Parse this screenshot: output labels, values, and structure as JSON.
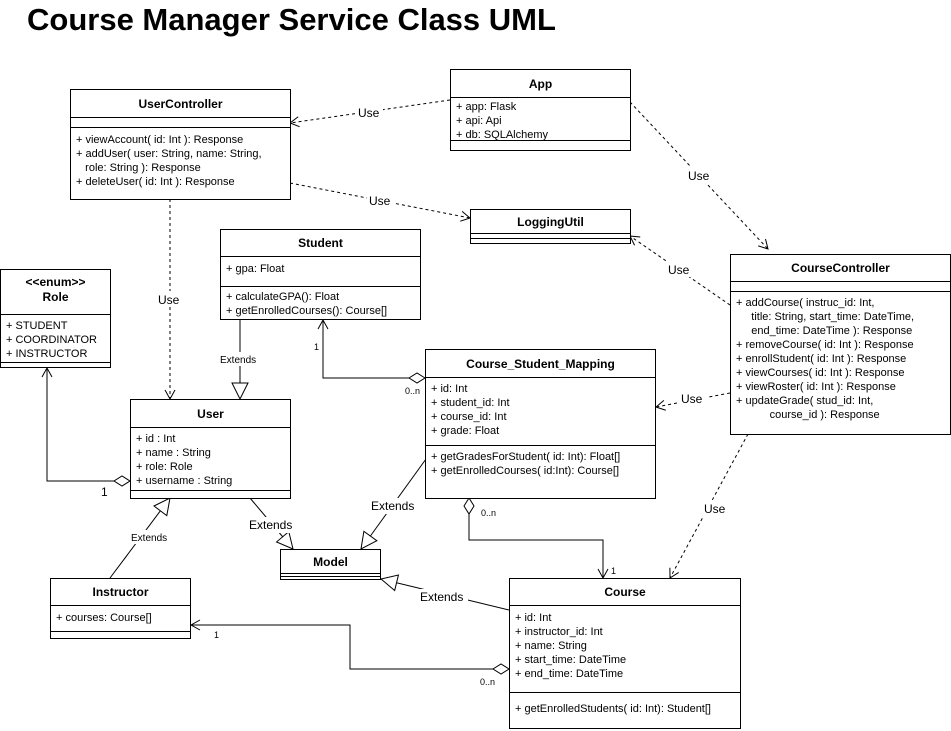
{
  "title": "Course Manager Service Class UML",
  "classes": {
    "app": {
      "name": "App",
      "attributes": [
        "+ app: Flask",
        "+ api: Api",
        "+ db: SQLAlchemy"
      ],
      "methods": []
    },
    "user_controller": {
      "name": "UserController",
      "attributes": [],
      "methods": [
        "+ viewAccount( id: Int ): Response",
        "+ addUser( user: String, name: String,",
        "   role: String ): Response",
        "+ deleteUser( id: Int ): Response"
      ]
    },
    "logging_util": {
      "name": "LoggingUtil",
      "attributes": [],
      "methods": []
    },
    "student": {
      "name": "Student",
      "attributes": [
        "+ gpa: Float"
      ],
      "methods": [
        "+ calculateGPA(): Float",
        "+ getEnrolledCourses(): Course[]"
      ]
    },
    "role": {
      "stereotype": "<<enum>>",
      "name": "Role",
      "attributes": [
        "+ STUDENT",
        "+ COORDINATOR",
        "+ INSTRUCTOR"
      ]
    },
    "course_controller": {
      "name": "CourseController",
      "attributes": [],
      "methods": [
        "+ addCourse( instruc_id: Int,",
        "     title: String, start_time: DateTime,",
        "     end_time: DateTime ): Response",
        "+ removeCourse( id: Int ): Response",
        "+ enrollStudent( id: Int ): Response",
        "+ viewCourses( id: Int ): Response",
        "+ viewRoster( id: Int ): Response",
        "+ updateGrade( stud_id: Int,",
        "           course_id ): Response"
      ]
    },
    "course_student_mapping": {
      "name": "Course_Student_Mapping",
      "attributes": [
        "+ id: Int",
        "+ student_id: Int",
        "+ course_id: Int",
        "+ grade: Float"
      ],
      "methods": [
        "+ getGradesForStudent( id: Int): Float[]",
        "+ getEnrolledCourses( id:Int): Course[]"
      ]
    },
    "user": {
      "name": "User",
      "attributes": [
        "+ id : Int",
        "+ name : String",
        "+ role: Role",
        "+ username : String"
      ],
      "methods": []
    },
    "model": {
      "name": "Model",
      "attributes": [],
      "methods": []
    },
    "instructor": {
      "name": "Instructor",
      "attributes": [
        "+ courses: Course[]"
      ],
      "methods": []
    },
    "course": {
      "name": "Course",
      "attributes": [
        "+ id: Int",
        "+ instructor_id: Int",
        "+ name: String",
        "+ start_time: DateTime",
        "+ end_time: DateTime"
      ],
      "methods": [
        "+ getEnrolledStudents( id: Int): Student[]"
      ]
    }
  },
  "edge_labels": {
    "use": "Use",
    "extends": "Extends",
    "one": "1",
    "zero_many": "0..n"
  }
}
